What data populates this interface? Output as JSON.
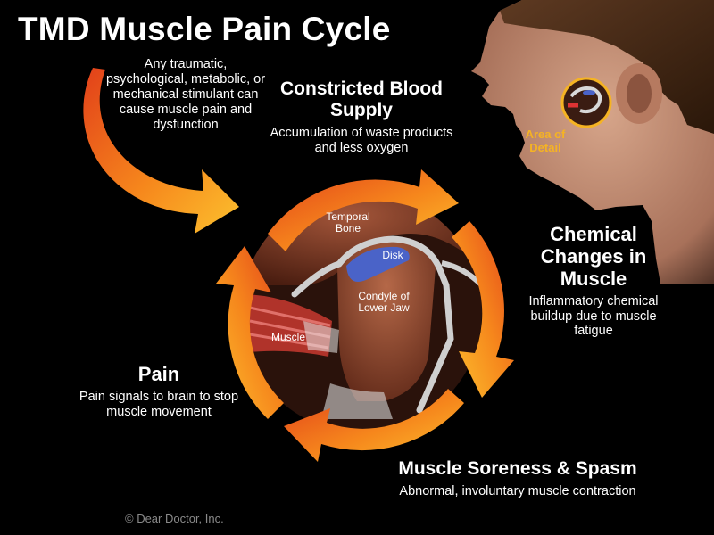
{
  "title": "TMD Muscle Pain Cycle",
  "intro_text": "Any traumatic, psychological, metabolic, or mechanical stimulant can cause muscle pain and dysfunction",
  "stages": {
    "blood": {
      "heading": "Constricted Blood Supply",
      "body": "Accumulation of waste products and less oxygen"
    },
    "chemical": {
      "heading": "Chemical Changes in Muscle",
      "body": "Inflammatory chemical buildup due to muscle fatigue"
    },
    "soreness": {
      "heading": "Muscle Soreness & Spasm",
      "body": "Abnormal, involuntary muscle contraction"
    },
    "pain": {
      "heading": "Pain",
      "body": "Pain signals to brain to stop muscle movement"
    }
  },
  "anatomy": {
    "temporal_bone": "Temporal Bone",
    "disk": "Disk",
    "condyle": "Condyle of Lower Jaw",
    "muscle": "Muscle",
    "area_of_detail": "Area of Detail"
  },
  "copyright": "© Dear Doctor, Inc.",
  "colors": {
    "arrow_outer": "#f04a12",
    "arrow_inner": "#fbb62a",
    "accent_label": "#f5b323",
    "disk": "#4a63c8",
    "bone": "#7a3a22"
  }
}
